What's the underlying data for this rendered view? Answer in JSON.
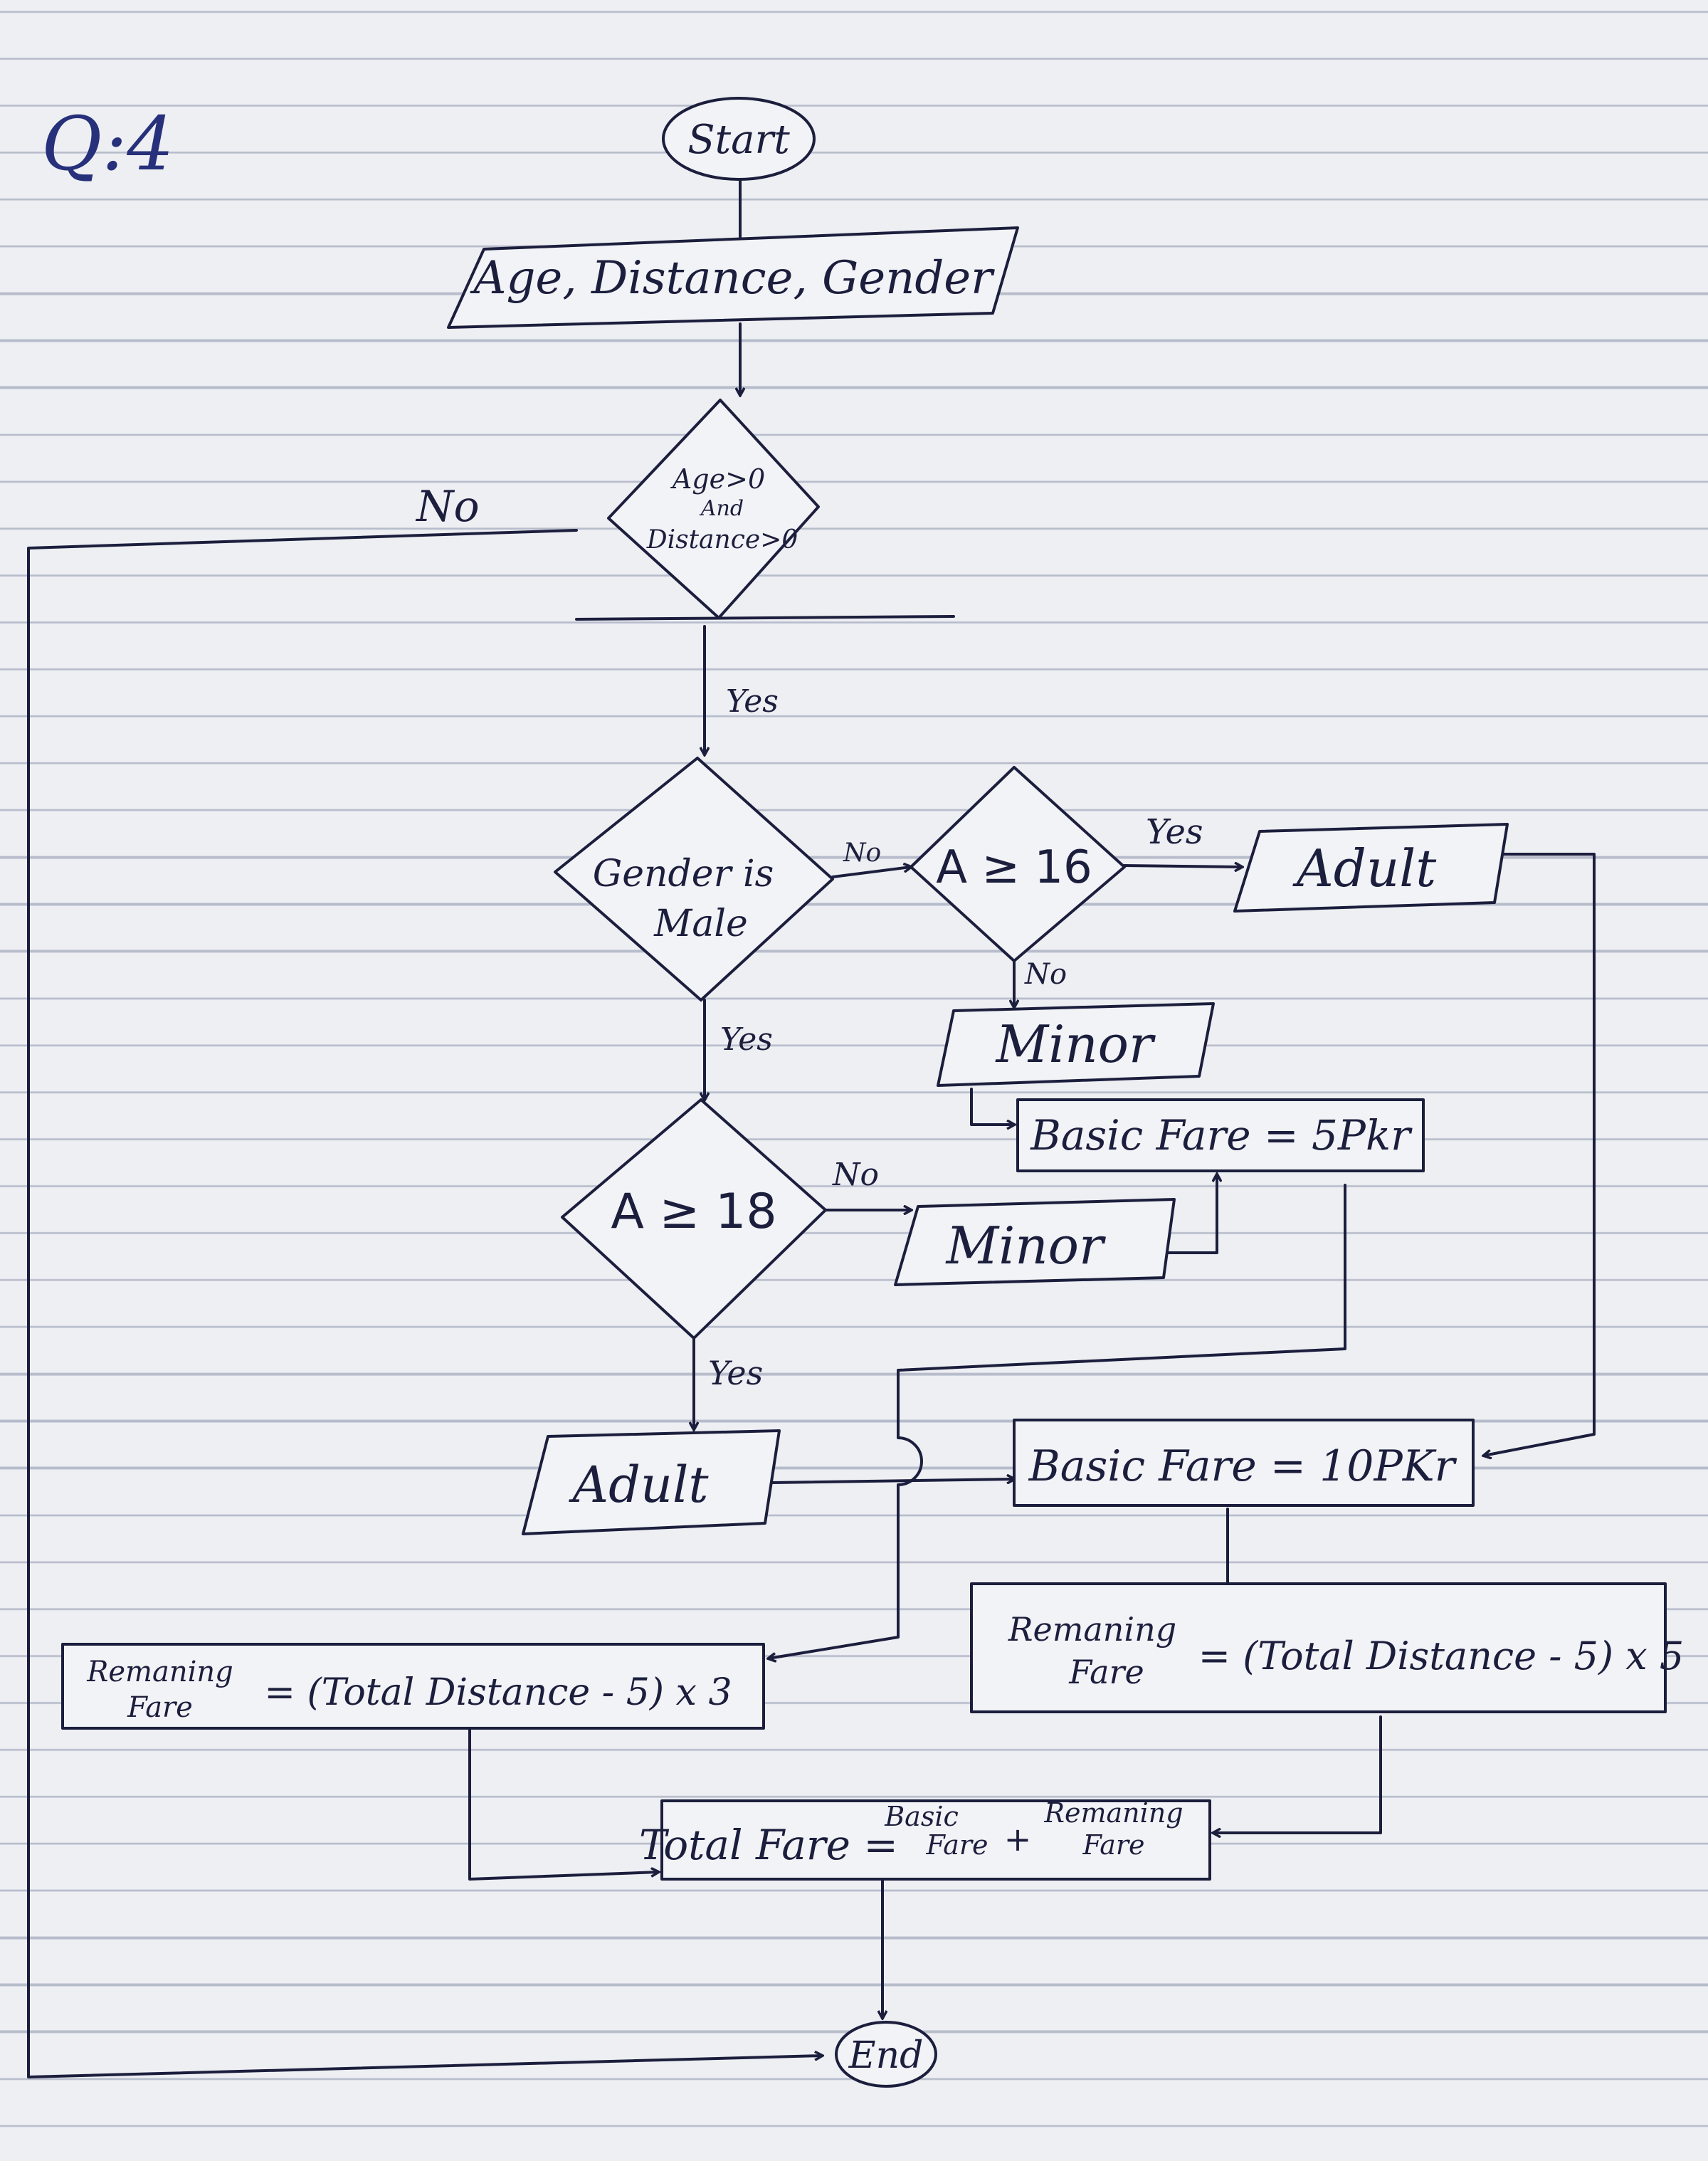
{
  "page": {
    "heading": "Q:4"
  },
  "nodes": {
    "start": "Start",
    "input": "Age, Distance, Gender",
    "check_valid": {
      "line1": "Age>0",
      "line2": "And",
      "line3": "Distance>0"
    },
    "gender_check": {
      "line1": "Gender is",
      "line2": "Male"
    },
    "age16": "A ≥ 16",
    "adult_female": "Adult",
    "minor_female": "Minor",
    "basic5": "Basic Fare = 5Pkr",
    "age18": "A ≥ 18",
    "minor_male": "Minor",
    "adult_male": "Adult",
    "basic10": "Basic Fare = 10PKr",
    "rem_left": {
      "label1": "Remaning",
      "label2": "Fare",
      "formula": "= (Total Distance - 5) x 3"
    },
    "rem_right": {
      "label1": "Remaning",
      "label2": "Fare",
      "formula": "= (Total Distance - 5) x 5"
    },
    "total": {
      "left": "Total Fare =",
      "basic1": "Basic",
      "basic2": "Fare",
      "plus": "+",
      "rem1": "Remaning",
      "rem2": "Fare"
    },
    "end": "End"
  },
  "edges": {
    "no_main": "No",
    "yes_1": "Yes",
    "no_gender": "No",
    "yes_16": "Yes",
    "no_16": "No",
    "yes_gender": "Yes",
    "no_18": "No",
    "yes_18": "Yes"
  }
}
